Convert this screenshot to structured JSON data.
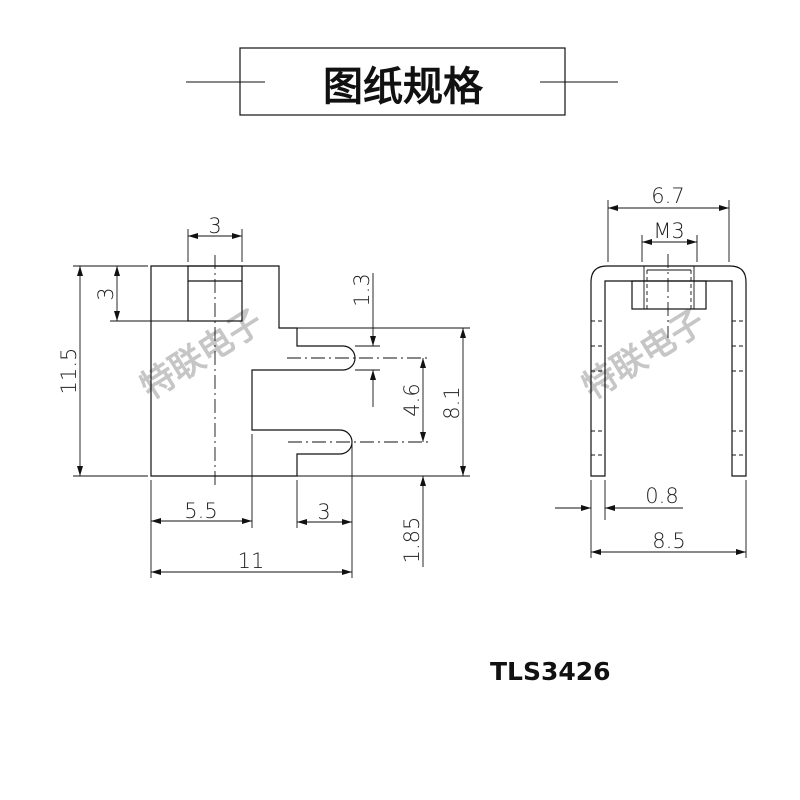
{
  "title": "图纸规格",
  "model": "TLS3426",
  "watermark": "特联电子",
  "front_view": {
    "dims": {
      "hole_width": "3",
      "hole_height": "3",
      "total_height": "11.5",
      "offset_13": "1.3",
      "slot_pitch": "4.6",
      "right_height": "8.1",
      "bottom_offset": "1.85",
      "left_width": "5.5",
      "slot_width": "3",
      "total_width": "11"
    }
  },
  "side_view": {
    "dims": {
      "top_width": "6.7",
      "thread": "M3",
      "thickness": "0.8",
      "total_width": "8.5"
    }
  }
}
